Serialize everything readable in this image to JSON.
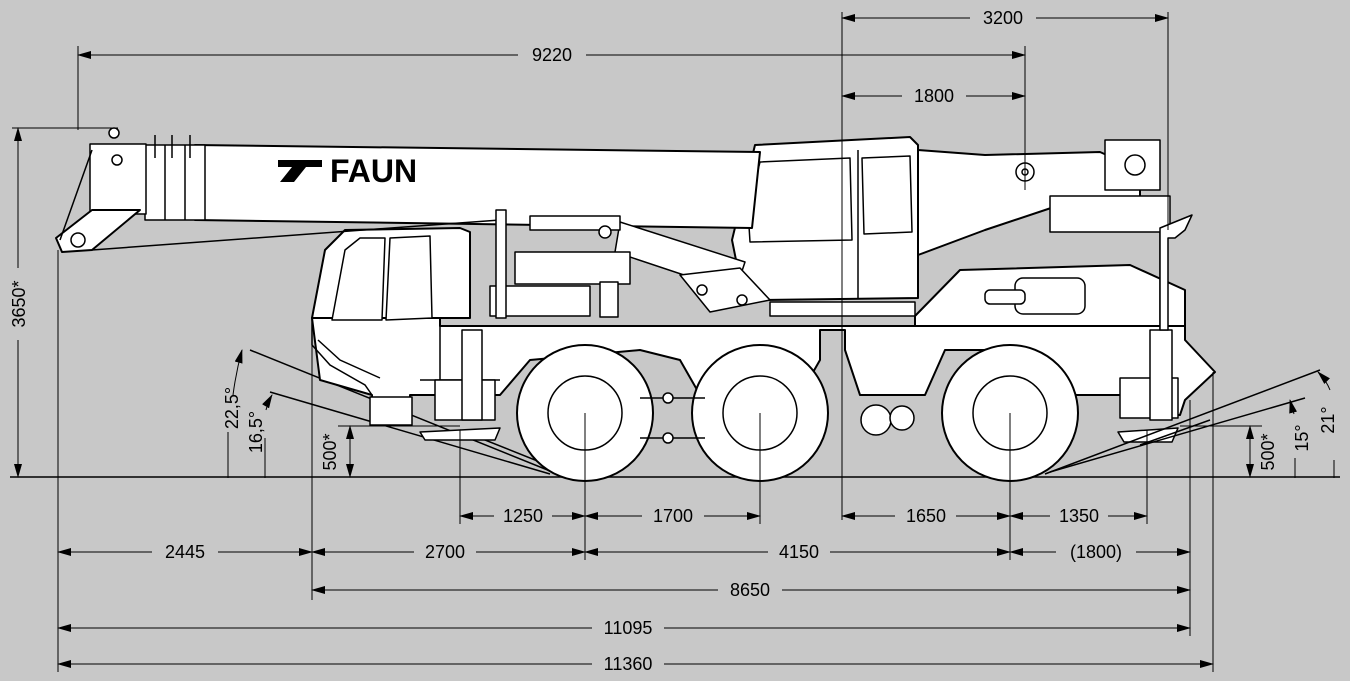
{
  "brand": "FAUN",
  "dimensions": {
    "d3200": "3200",
    "d9220": "9220",
    "d1800_top": "1800",
    "d3650": "3650*",
    "a22_5": "22,5°",
    "a16_5": "16,5°",
    "d500_left": "500*",
    "a21": "21°",
    "a15": "15°",
    "d500_right": "500*",
    "d1250": "1250",
    "d1700": "1700",
    "d1650": "1650",
    "d1350": "1350",
    "d2445": "2445",
    "d2700": "2700",
    "d4150": "4150",
    "d1800_paren": "(1800)",
    "d8650": "8650",
    "d11095": "11095",
    "d11360": "11360"
  }
}
